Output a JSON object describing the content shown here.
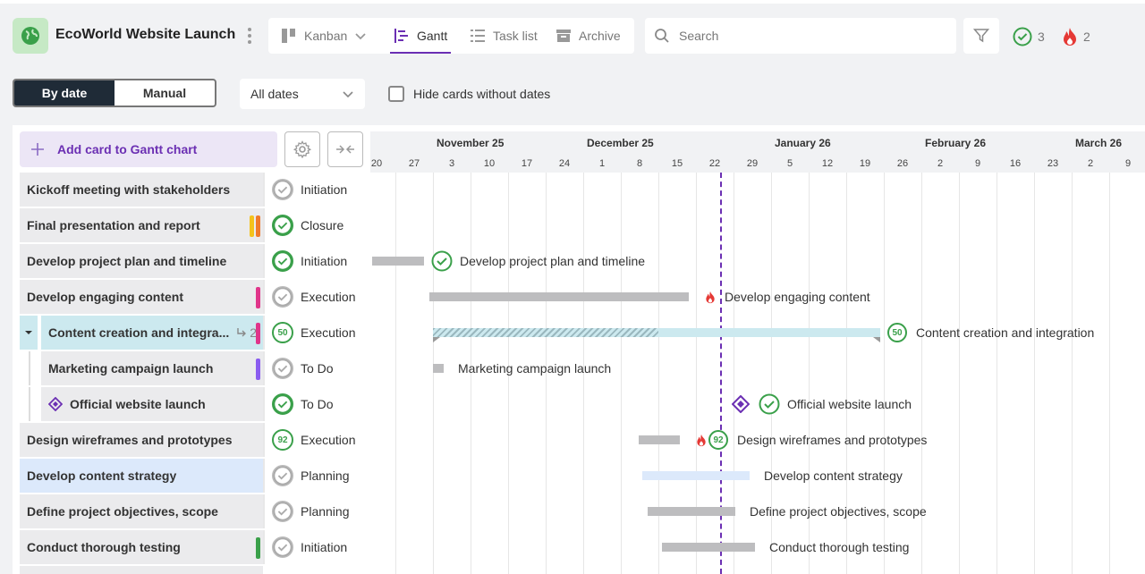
{
  "app": {
    "title": "EcoWorld Website Launch",
    "views": [
      "Kanban",
      "Gantt",
      "Task list",
      "Archive"
    ],
    "active_view": "Gantt",
    "search_placeholder": "Search",
    "done_count": "3",
    "overdue_count": "2"
  },
  "controls": {
    "by_date": "By date",
    "manual": "Manual",
    "date_filter": "All dates",
    "hide_label": "Hide cards without dates"
  },
  "sidebar": {
    "add_card": "Add card to Gantt chart"
  },
  "timeline": {
    "months": [
      "November 25",
      "December 25",
      "January 26",
      "February 26",
      "March 26"
    ],
    "weeks": [
      "20",
      "27",
      "3",
      "10",
      "17",
      "24",
      "1",
      "8",
      "15",
      "22",
      "29",
      "5",
      "12",
      "19",
      "26",
      "2",
      "9",
      "16",
      "23",
      "2",
      "9"
    ]
  },
  "rows": [
    {
      "title": "Kickoff meeting with stakeholders",
      "stage": "Initiation",
      "status": "open"
    },
    {
      "title": "Final presentation and report",
      "stage": "Closure",
      "status": "done",
      "tags": [
        "#f4c21b",
        "#f07a2a"
      ]
    },
    {
      "title": "Develop project plan and timeline",
      "stage": "Initiation",
      "status": "done",
      "bar_label": "Develop project plan and timeline"
    },
    {
      "title": "Develop engaging content",
      "stage": "Execution",
      "status": "open",
      "tags": [
        "#e0358a"
      ],
      "bar_label": "Develop engaging content"
    },
    {
      "title": "Content creation and integra...",
      "stage": "Execution",
      "status": "50",
      "subtasks": "2",
      "tags": [
        "#e0358a"
      ],
      "bar_label": "Content creation and integration"
    },
    {
      "title": "Marketing campaign launch",
      "stage": "To Do",
      "status": "open",
      "tags": [
        "#8a5cf0"
      ],
      "bar_label": "Marketing campaign launch"
    },
    {
      "title": "Official website launch",
      "stage": "To Do",
      "status": "done",
      "bar_label": "Official website launch"
    },
    {
      "title": "Design wireframes and prototypes",
      "stage": "Execution",
      "status": "92",
      "bar_label": "Design wireframes and prototypes"
    },
    {
      "title": "Develop content strategy",
      "stage": "Planning",
      "status": "open",
      "bar_label": "Develop content strategy"
    },
    {
      "title": "Define project objectives, scope",
      "stage": "Planning",
      "status": "open",
      "bar_label": "Define project objectives, scope"
    },
    {
      "title": "Conduct thorough testing",
      "stage": "Initiation",
      "status": "open",
      "tags": [
        "#3aa04a"
      ],
      "bar_label": "Conduct thorough testing"
    }
  ],
  "colors": {
    "accent": "#6b2fb3",
    "done_green": "#3aa04a",
    "overdue_red": "#e53935"
  }
}
